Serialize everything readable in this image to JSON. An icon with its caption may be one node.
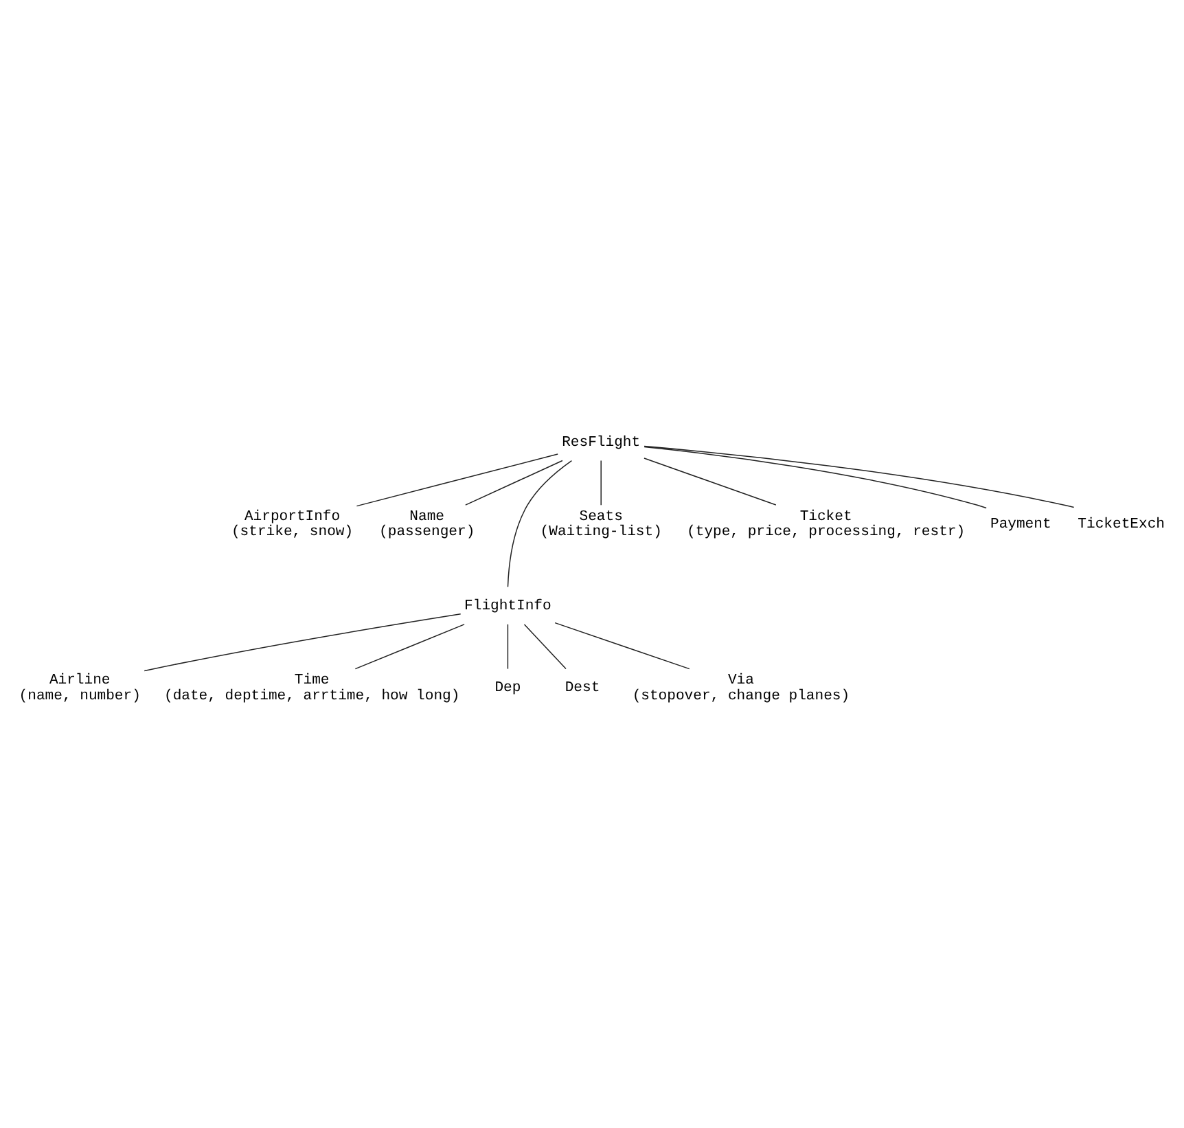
{
  "diagram": {
    "nodes": [
      {
        "text": [
          "ResFlight"
        ]
      },
      {
        "text": [
          "AirportInfo",
          "(strike, snow)"
        ]
      },
      {
        "text": [
          "Name",
          "(passenger)"
        ]
      },
      {
        "text": [
          "FlightInfo"
        ]
      },
      {
        "text": [
          "Seats",
          "(Waiting-list)"
        ]
      },
      {
        "text": [
          "Ticket",
          "(type, price, processing, restr)"
        ]
      },
      {
        "text": [
          "Payment"
        ]
      },
      {
        "text": [
          "TicketExch"
        ]
      },
      {
        "text": [
          "Airline",
          "(name, number)"
        ]
      },
      {
        "text": [
          "Time",
          "(date, deptime, arrtime, how long)"
        ]
      },
      {
        "text": [
          "Dep"
        ]
      },
      {
        "text": [
          "Dest"
        ]
      },
      {
        "text": [
          "Via",
          "(stopover, change planes)"
        ]
      }
    ],
    "edges": [
      {
        "from": 0,
        "to": 1,
        "arrow": "none"
      },
      {
        "from": 0,
        "to": 2,
        "arrow": "none"
      },
      {
        "from": 0,
        "to": 3,
        "arrow": "none"
      },
      {
        "from": 0,
        "to": 4,
        "arrow": "none"
      },
      {
        "from": 0,
        "to": 5,
        "arrow": "none"
      },
      {
        "from": 0,
        "to": 6,
        "arrow": "none"
      },
      {
        "from": 0,
        "to": 7,
        "arrow": "none"
      },
      {
        "from": 3,
        "to": 8,
        "arrow": "none"
      },
      {
        "from": 3,
        "to": 9,
        "arrow": "none"
      },
      {
        "from": 3,
        "to": 10,
        "arrow": "none"
      },
      {
        "from": 3,
        "to": 11,
        "arrow": "none"
      },
      {
        "from": 3,
        "to": 12,
        "arrow": "none"
      }
    ]
  }
}
